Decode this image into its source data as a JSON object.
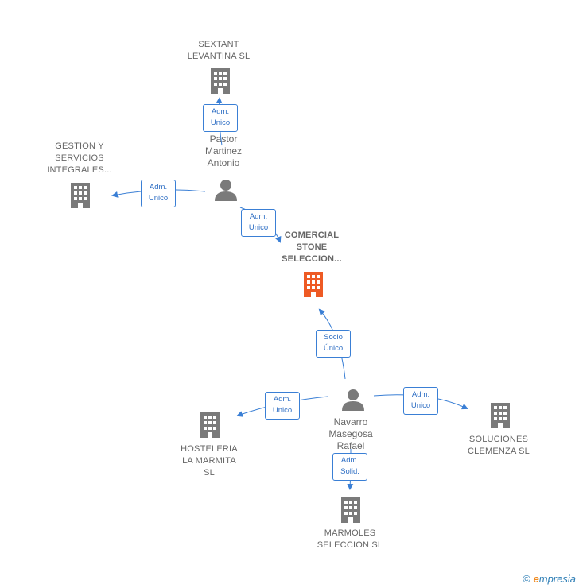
{
  "nodes": {
    "sextant": {
      "label": "SEXTANT\nLEVANTINA SL",
      "type": "company"
    },
    "gestion": {
      "label": "GESTION Y\nSERVICIOS\nINTEGRALES...",
      "type": "company"
    },
    "comercial": {
      "label": "COMERCIAL\nSTONE\nSELECCION...",
      "type": "company-focus"
    },
    "hosteleria": {
      "label": "HOSTELERIA\nLA MARMITA\nSL",
      "type": "company"
    },
    "soluciones": {
      "label": "SOLUCIONES\nCLEMENZA  SL",
      "type": "company"
    },
    "marmoles": {
      "label": "MARMOLES\nSELECCION SL",
      "type": "company"
    },
    "pastor": {
      "label": "Pastor\nMartinez\nAntonio",
      "type": "person"
    },
    "navarro": {
      "label": "Navarro\nMasegosa\nRafael",
      "type": "person"
    }
  },
  "edges": {
    "pastor_sextant": {
      "line1": "Adm.",
      "line2": "Unico"
    },
    "pastor_gestion": {
      "line1": "Adm.",
      "line2": "Unico"
    },
    "pastor_comercial": {
      "line1": "Adm.",
      "line2": "Unico"
    },
    "navarro_comercial": {
      "line1": "Socio",
      "line2": "Único"
    },
    "navarro_hosteleria": {
      "line1": "Adm.",
      "line2": "Unico"
    },
    "navarro_soluciones": {
      "line1": "Adm.",
      "line2": "Unico"
    },
    "navarro_marmoles": {
      "line1": "Adm.",
      "line2": "Solid."
    }
  },
  "colors": {
    "company": "#7a7a7a",
    "focus": "#ee5a24",
    "person": "#7a7a7a",
    "edge": "#3a7fd5"
  },
  "footer": {
    "copyright": "©",
    "brand_e": "e",
    "brand_rest": "mpresia"
  }
}
